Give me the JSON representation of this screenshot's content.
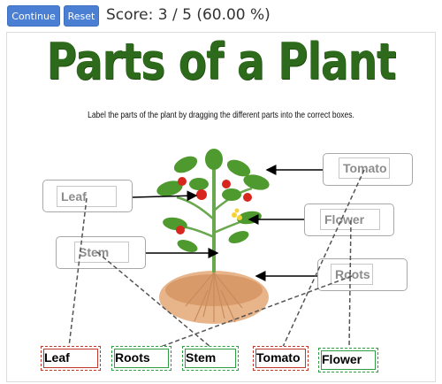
{
  "toolbar": {
    "continue_label": "Continue",
    "reset_label": "Reset",
    "score_text": "Score: 3 / 5 (60.00 %)"
  },
  "worksheet": {
    "title": "Parts of a Plant",
    "instruction": "Label the parts of the plant by dragging the different parts into the correct boxes.",
    "targets": [
      {
        "label": "Leaf"
      },
      {
        "label": "Stem"
      },
      {
        "label": "Tomato"
      },
      {
        "label": "Flower"
      },
      {
        "label": "Roots"
      }
    ],
    "answers": [
      {
        "label": "Leaf",
        "status": "wrong"
      },
      {
        "label": "Roots",
        "status": "correct"
      },
      {
        "label": "Stem",
        "status": "correct"
      },
      {
        "label": "Tomato",
        "status": "wrong"
      },
      {
        "label": "Flower",
        "status": "correct"
      }
    ]
  },
  "colors": {
    "button": "#4a7fd4",
    "title_green": "#2e6a1b",
    "wrong": "#c0392b",
    "correct": "#2ea043"
  }
}
